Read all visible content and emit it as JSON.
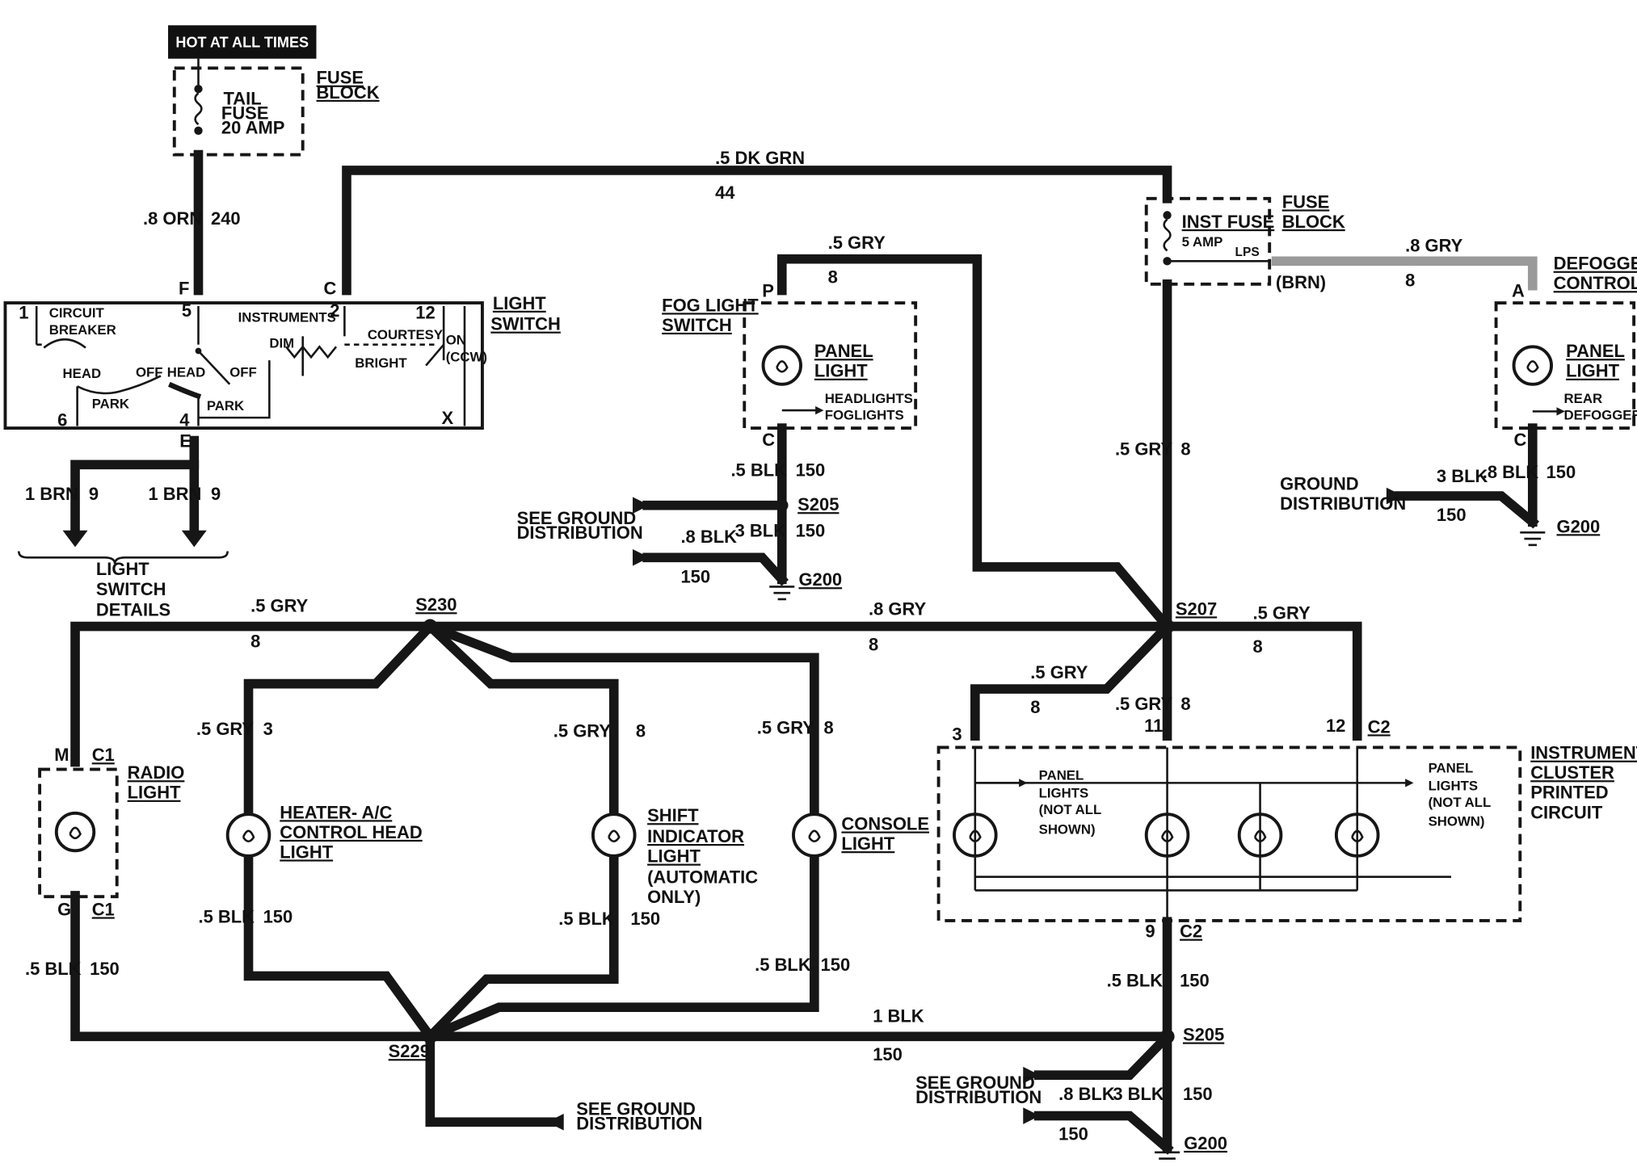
{
  "header": {
    "hot_label": "HOT AT ALL TIMES"
  },
  "fuse_block_top": {
    "title_1": "FUSE",
    "title_2": "BLOCK",
    "fuse_1": "TAIL",
    "fuse_2": "FUSE",
    "fuse_3": "20 AMP"
  },
  "wires": {
    "orn_240": {
      "color": ".8 ORN",
      "circuit": "240"
    },
    "dkgrn_44": {
      "color": ".5 DK GRN",
      "circuit": "44"
    },
    "gry_p": {
      "color": ".5 GRY",
      "circuit": "8"
    },
    "gry_defog": {
      "color": ".8 GRY",
      "circuit": "8"
    },
    "brn_left": {
      "color": "1 BRN",
      "circuit": "9"
    },
    "brn_right": {
      "color": "1 BRN",
      "circuit": "9"
    },
    "gry_inst": {
      "color": ".5 GRY",
      "circuit": "8"
    },
    "blk_fog": {
      "color": ".5 BLK",
      "circuit": "150"
    },
    "blk_fog_g200_color": ".8 BLK",
    "blk_fog_g200_color2": "3 BLK",
    "blk_fog_g200_circuit": "150",
    "blk_fog_g200_circuit2": "150",
    "blk_defog_color1": "3 BLK",
    "blk_defog_color2": ".8 BLK",
    "blk_defog_circuit": "150",
    "blk_defog_circuit2": "150",
    "gry_left": {
      "color": ".5 GRY",
      "circuit": "8"
    },
    "gry_s230_s207": {
      "color": ".8 GRY",
      "circuit": "8"
    },
    "gry_right": {
      "color": ".5 GRY",
      "circuit": "8"
    },
    "gry_c3": {
      "color": ".5 GRY",
      "circuit": "8"
    },
    "gry_c11": {
      "color": ".5 GRY",
      "circuit": "8"
    },
    "gry_heater": {
      "color": ".5 GRY",
      "circuit": "3"
    },
    "gry_shift": {
      "color": ".5 GRY",
      "circuit": "8"
    },
    "gry_console": {
      "color": ".5 GRY",
      "circuit": "8"
    },
    "blk_radio": {
      "color": ".5 BLK",
      "circuit": "150"
    },
    "blk_heater": {
      "color": ".5 BLK",
      "circuit": "150"
    },
    "blk_shift": {
      "color": ".5 BLK",
      "circuit": "150"
    },
    "blk_console": {
      "color": ".5 BLK",
      "circuit": "150"
    },
    "blk_main": {
      "color": "1 BLK",
      "circuit": "150"
    },
    "blk_cluster": {
      "color": ".5 BLK",
      "circuit": "150"
    },
    "blk_bottom_color1": ".8 BLK",
    "blk_bottom_color2": "3 BLK",
    "blk_bottom_circuit": "150",
    "blk_bottom_circuit2": "150"
  },
  "light_switch": {
    "title_1": "LIGHT",
    "title_2": "SWITCH",
    "circuit_breaker_1": "CIRCUIT",
    "circuit_breaker_2": "BREAKER",
    "instruments": "INSTRUMENTS",
    "courtesy": "COURTESY",
    "head_1": "HEAD",
    "off_1": "OFF",
    "park_1": "PARK",
    "head_2": "HEAD",
    "off_2": "OFF",
    "park_2": "PARK",
    "dim": "DIM",
    "bright": "BRIGHT",
    "on": "ON",
    "ccw": "(CCW)",
    "pins": {
      "f": "F",
      "c": "C",
      "e": "E",
      "n1": "1",
      "n5": "5",
      "n2": "2",
      "n12": "12",
      "n6": "6",
      "n4": "4",
      "x": "X"
    }
  },
  "light_switch_details": {
    "line1": "LIGHT",
    "line2": "SWITCH",
    "line3": "DETAILS"
  },
  "fog_switch": {
    "title_1": "FOG LIGHT",
    "title_2": "SWITCH",
    "panel_1": "PANEL",
    "panel_2": "LIGHT",
    "headlights": "HEADLIGHTS",
    "foglights": "FOGLIGHTS",
    "pin_p": "P",
    "pin_c": "C"
  },
  "inst_fuse": {
    "title_1": "FUSE",
    "title_2": "BLOCK",
    "fuse_1": "INST FUSE",
    "fuse_2": "5 AMP",
    "lps": "LPS",
    "brn": "(BRN)"
  },
  "defogger": {
    "title_1": "DEFOGGER",
    "title_2": "CONTROL",
    "panel_1": "PANEL",
    "panel_2": "LIGHT",
    "rear_1": "REAR",
    "rear_2": "DEFOGGER",
    "pin_a": "A",
    "pin_c": "C"
  },
  "ground": {
    "see_ground_1": "SEE GROUND",
    "see_ground_2": "DISTRIBUTION",
    "ground_dist_1": "GROUND",
    "ground_dist_2": "DISTRIBUTION",
    "see_ground_b1": "SEE GROUND",
    "see_ground_b2": "DISTRIBUTION",
    "see_ground_c1": "SEE GROUND",
    "see_ground_c2": "DISTRIBUTION"
  },
  "splices": {
    "s205_top": "S205",
    "g200_fog": "G200",
    "g200_defog": "G200",
    "s230": "S230",
    "s207": "S207",
    "s229": "S229",
    "s205_bottom": "S205",
    "g200_bottom": "G200"
  },
  "radio": {
    "title_1": "RADIO",
    "title_2": "LIGHT",
    "pin_m": "M",
    "c1_top": "C1",
    "pin_g": "G",
    "c1_bottom": "C1"
  },
  "heater": {
    "line1": "HEATER- A/C",
    "line2": "CONTROL HEAD",
    "line3": "LIGHT"
  },
  "shift": {
    "line1": "SHIFT",
    "line2": "INDICATOR",
    "line3": "LIGHT",
    "line4": "(AUTOMATIC",
    "line5": "ONLY)"
  },
  "console": {
    "line1": "CONSOLE",
    "line2": "LIGHT"
  },
  "cluster": {
    "title_1": "INSTRUMENT",
    "title_2": "CLUSTER",
    "title_3": "PRINTED",
    "title_4": "CIRCUIT",
    "panel_left_1": "PANEL",
    "panel_left_2": "LIGHTS",
    "panel_left_3": "(NOT ALL",
    "panel_left_4": "SHOWN)",
    "panel_right_1": "PANEL",
    "panel_right_2": "LIGHTS",
    "panel_right_3": "(NOT ALL",
    "panel_right_4": "SHOWN)",
    "pin_3": "3",
    "pin_11": "11",
    "pin_12": "12",
    "c2_top": "C2",
    "pin_9": "9",
    "c2_bottom": "C2"
  }
}
